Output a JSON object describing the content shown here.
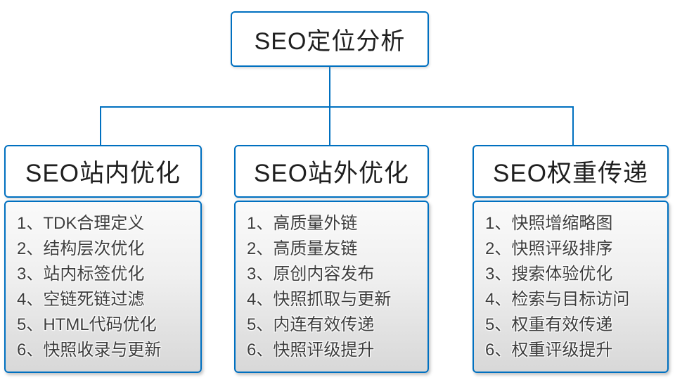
{
  "colors": {
    "accent": "#0070C0"
  },
  "root": {
    "title": "SEO定位分析"
  },
  "columns": [
    {
      "title": "SEO站内优化",
      "items": [
        "1、TDK合理定义",
        "2、结构层次优化",
        "3、站内标签优化",
        "4、空链死链过滤",
        "5、HTML代码优化",
        "6、快照收录与更新"
      ]
    },
    {
      "title": "SEO站外优化",
      "items": [
        "1、高质量外链",
        "2、高质量友链",
        "3、原创内容发布",
        "4、快照抓取与更新",
        "5、内连有效传递",
        "6、快照评级提升"
      ]
    },
    {
      "title": "SEO权重传递",
      "items": [
        "1、快照增缩略图",
        "2、快照评级排序",
        "3、搜索体验优化",
        "4、检索与目标访问",
        "5、权重有效传递",
        "6、权重评级提升"
      ]
    }
  ]
}
